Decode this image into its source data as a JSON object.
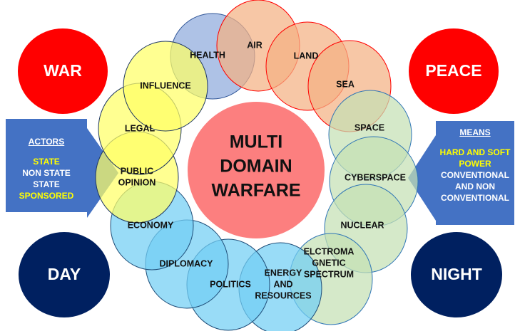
{
  "title": "MULTI DOMAIN WARFARE",
  "center": {
    "lines": [
      "MULTI",
      "DOMAIN",
      "WARFARE"
    ],
    "color": "#fc7f7f"
  },
  "corners": {
    "war": {
      "label": "WAR",
      "color": "#ff0000"
    },
    "peace": {
      "label": "PEACE",
      "color": "#ff0000"
    },
    "day": {
      "label": "DAY",
      "color": "#002060"
    },
    "night": {
      "label": "NIGHT",
      "color": "#002060"
    }
  },
  "actors": {
    "heading": "ACTORS",
    "lines": [
      {
        "text": "STATE",
        "highlight": true
      },
      {
        "text": "NON STATE",
        "highlight": false
      },
      {
        "text": "STATE",
        "highlight": false
      },
      {
        "text": "SPONSORED",
        "highlight": true
      }
    ]
  },
  "means": {
    "heading": "MEANS",
    "lines": [
      {
        "text": "HARD AND SOFT",
        "highlight": true
      },
      {
        "text": "POWER",
        "highlight": true
      },
      {
        "text": "CONVENTIONAL",
        "highlight": false
      },
      {
        "text": "AND NON",
        "highlight": false
      },
      {
        "text": "CONVENTIONAL",
        "highlight": false
      }
    ]
  },
  "domains": [
    {
      "id": "health",
      "lines": [
        "HEALTH"
      ],
      "group": "health"
    },
    {
      "id": "air",
      "lines": [
        "AIR"
      ],
      "group": "physical"
    },
    {
      "id": "land",
      "lines": [
        "LAND"
      ],
      "group": "physical"
    },
    {
      "id": "sea",
      "lines": [
        "SEA"
      ],
      "group": "physical"
    },
    {
      "id": "space",
      "lines": [
        "SPACE"
      ],
      "group": "technical"
    },
    {
      "id": "cyberspace",
      "lines": [
        "CYBERSPACE"
      ],
      "group": "technical"
    },
    {
      "id": "nuclear",
      "lines": [
        "NUCLEAR"
      ],
      "group": "technical"
    },
    {
      "id": "electromagnetic",
      "lines": [
        "ELCTROMA",
        "GNETIC",
        "SPECTRUM"
      ],
      "group": "technical"
    },
    {
      "id": "energy",
      "lines": [
        "ENERGY",
        "AND",
        "RESOURCES"
      ],
      "group": "governmental"
    },
    {
      "id": "politics",
      "lines": [
        "POLITICS"
      ],
      "group": "governmental"
    },
    {
      "id": "diplomacy",
      "lines": [
        "DIPLOMACY"
      ],
      "group": "governmental"
    },
    {
      "id": "economy",
      "lines": [
        "ECONOMY"
      ],
      "group": "governmental"
    },
    {
      "id": "public-opinion",
      "lines": [
        "PUBLIC",
        "OPINION"
      ],
      "group": "social"
    },
    {
      "id": "legal",
      "lines": [
        "LEGAL"
      ],
      "group": "social"
    },
    {
      "id": "influence",
      "lines": [
        "INFLUENCE"
      ],
      "group": "social"
    }
  ],
  "groups": {
    "health": {
      "fill": "#8faadc",
      "stroke": "#2f5597"
    },
    "physical": {
      "fill": "#f4b183",
      "stroke": "#ff0000"
    },
    "technical": {
      "fill": "#c5e0b4",
      "stroke": "#2e75b6"
    },
    "governmental": {
      "fill": "#71cef4",
      "stroke": "#1f4e79"
    },
    "social": {
      "fill": "#ffff66",
      "stroke": "#1f3864"
    }
  }
}
